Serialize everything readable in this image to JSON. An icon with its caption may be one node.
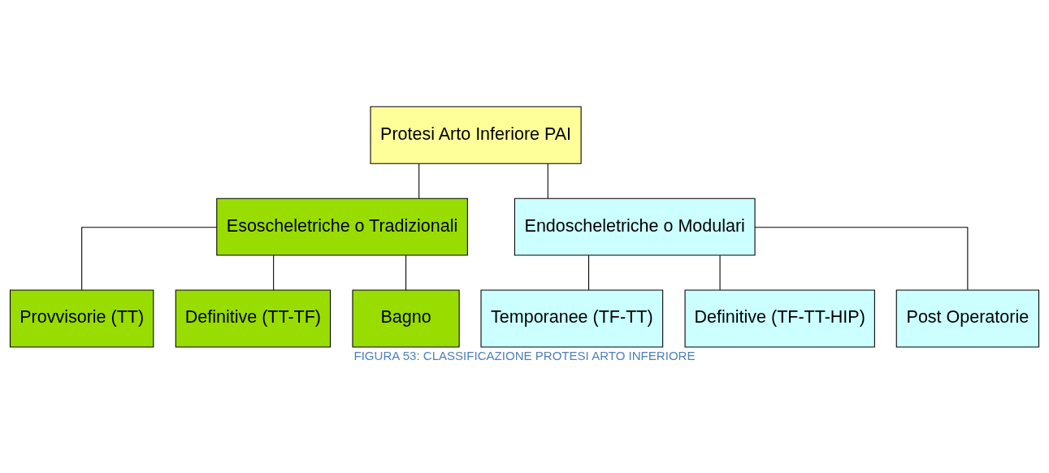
{
  "diagram": {
    "caption": "FIGURA 53: CLASSIFICAZIONE PROTESI ARTO INFERIORE",
    "nodes": [
      {
        "text": [
          "Protesi Arto Inferiore PAI"
        ]
      },
      {
        "text": [
          "Esoscheletriche o Tradizionali"
        ]
      },
      {
        "text": [
          "Endoscheletriche o Modulari"
        ]
      },
      {
        "text": [
          "Provvisorie (TT)"
        ]
      },
      {
        "text": [
          "Definitive (TT-TF)"
        ]
      },
      {
        "text": [
          "Bagno"
        ]
      },
      {
        "text": [
          "Temporanee (TF-TT)"
        ]
      },
      {
        "text": [
          "Definitive (TF-TT-HIP)"
        ]
      },
      {
        "text": [
          "Post Operatorie"
        ]
      }
    ],
    "edges": [
      {
        "from": 0,
        "to": 1,
        "arrow": "none"
      },
      {
        "from": 0,
        "to": 2,
        "arrow": "none"
      },
      {
        "from": 1,
        "to": 3,
        "arrow": "none"
      },
      {
        "from": 1,
        "to": 4,
        "arrow": "none"
      },
      {
        "from": 1,
        "to": 5,
        "arrow": "none"
      },
      {
        "from": 2,
        "to": 6,
        "arrow": "none"
      },
      {
        "from": 2,
        "to": 7,
        "arrow": "none"
      },
      {
        "from": 2,
        "to": 8,
        "arrow": "none"
      }
    ]
  }
}
